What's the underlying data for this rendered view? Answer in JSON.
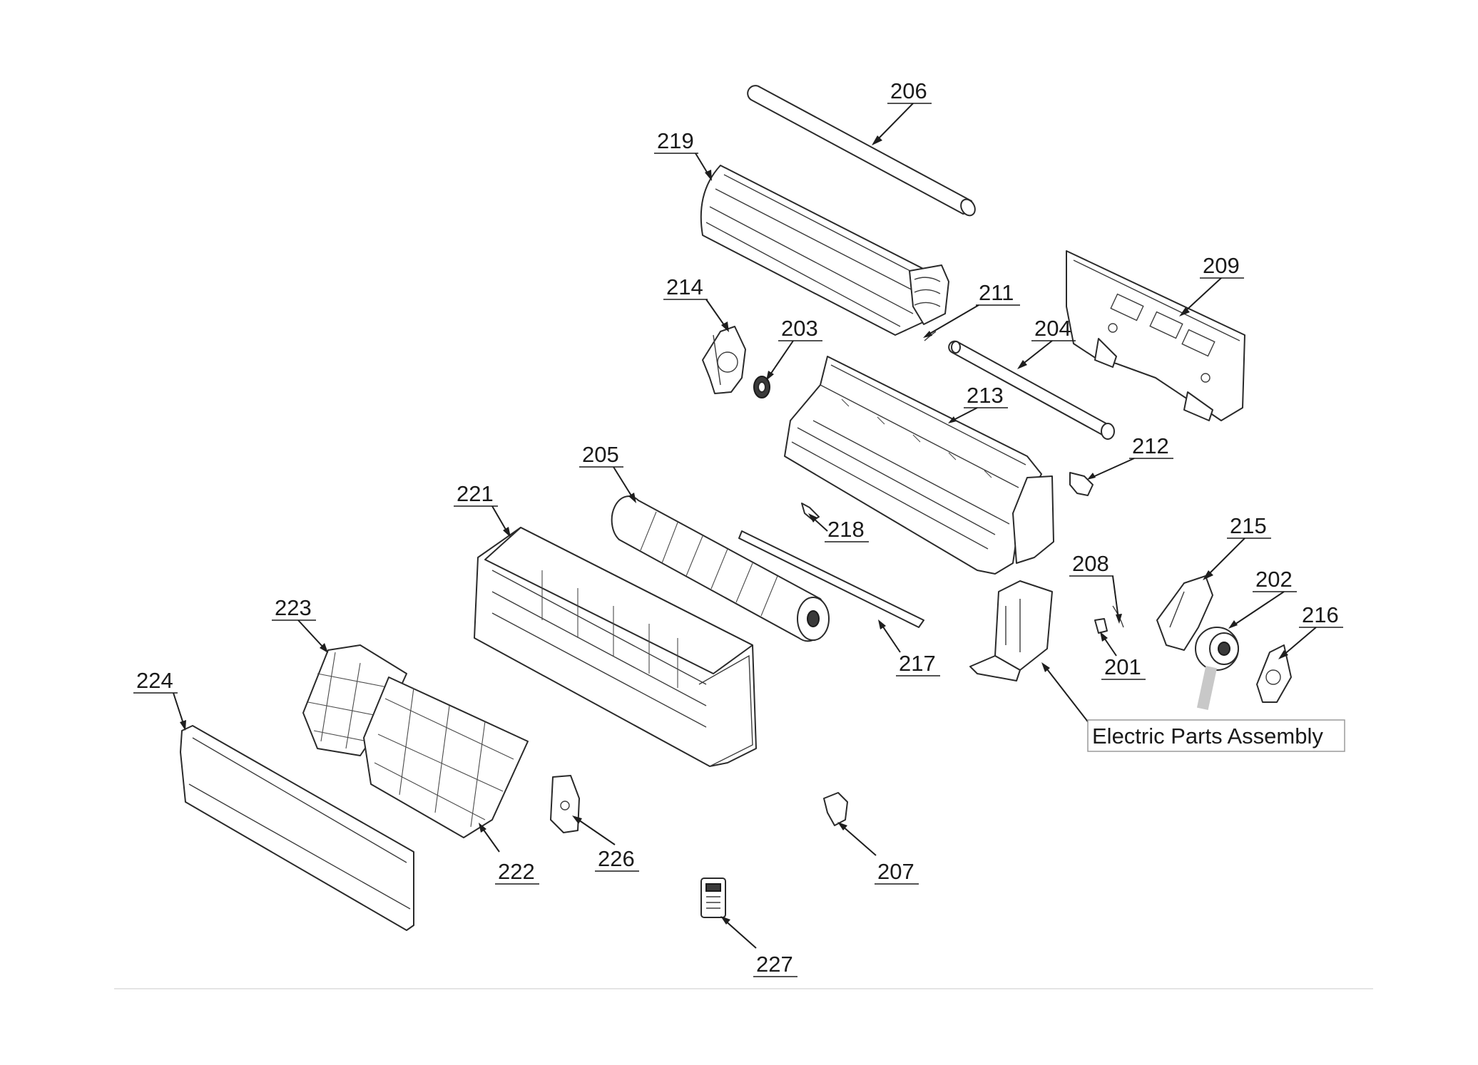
{
  "callouts": [
    {
      "id": "206",
      "label": "206"
    },
    {
      "id": "219",
      "label": "219"
    },
    {
      "id": "209",
      "label": "209"
    },
    {
      "id": "214",
      "label": "214"
    },
    {
      "id": "211",
      "label": "211"
    },
    {
      "id": "203",
      "label": "203"
    },
    {
      "id": "204",
      "label": "204"
    },
    {
      "id": "213",
      "label": "213"
    },
    {
      "id": "212",
      "label": "212"
    },
    {
      "id": "205",
      "label": "205"
    },
    {
      "id": "221",
      "label": "221"
    },
    {
      "id": "218",
      "label": "218"
    },
    {
      "id": "215",
      "label": "215"
    },
    {
      "id": "208",
      "label": "208"
    },
    {
      "id": "202",
      "label": "202"
    },
    {
      "id": "216",
      "label": "216"
    },
    {
      "id": "223",
      "label": "223"
    },
    {
      "id": "217",
      "label": "217"
    },
    {
      "id": "201",
      "label": "201"
    },
    {
      "id": "224",
      "label": "224"
    },
    {
      "id": "226",
      "label": "226"
    },
    {
      "id": "222",
      "label": "222"
    },
    {
      "id": "207",
      "label": "207"
    },
    {
      "id": "227",
      "label": "227"
    }
  ],
  "assembly_label": "Electric Parts Assembly"
}
